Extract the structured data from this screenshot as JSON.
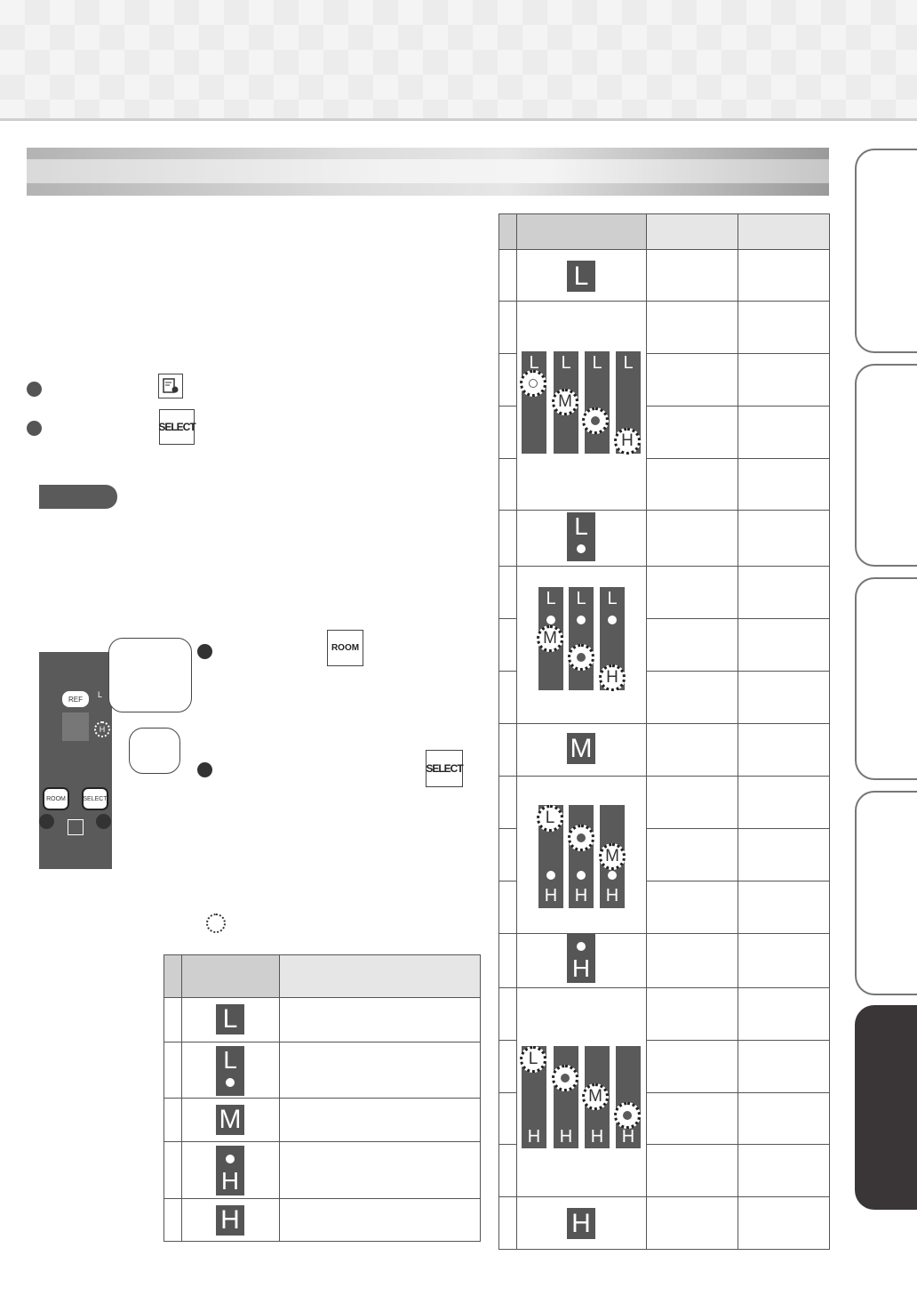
{
  "page": {
    "section_title": "",
    "note_label": "",
    "side_tabs": [
      "",
      "",
      "",
      "",
      "",
      ""
    ]
  },
  "icons": {
    "room_button": "ROOM",
    "select_button": "SELECT",
    "settings_icon": "settings-icon",
    "panel_ref_label": "REF",
    "panel_l_label": "L",
    "panel_h_label": "H"
  },
  "levels": {
    "L": "L",
    "M": "M",
    "H": "H"
  },
  "bottom_table": {
    "headers": [
      "",
      "",
      ""
    ],
    "rows": [
      "L",
      "L•",
      "M",
      "•H",
      "H"
    ]
  },
  "right_table": {
    "headers": [
      "",
      "",
      "",
      ""
    ],
    "row_count": 19
  },
  "colors": {
    "dark_gray": "#555555",
    "tab_active": "#3a3536",
    "title_bar": "#c8c8c8"
  }
}
